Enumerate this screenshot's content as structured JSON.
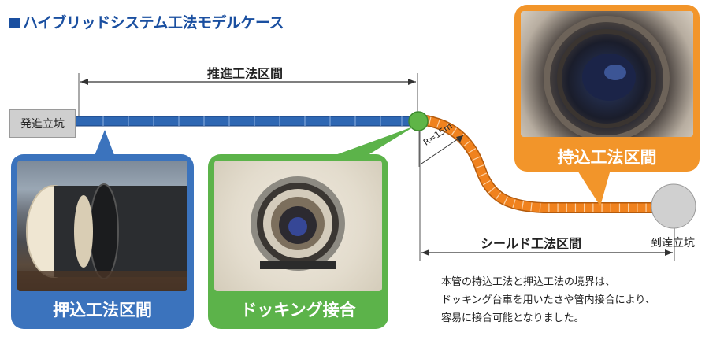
{
  "title": "■ハイブリッドシステム工法モデルケース",
  "dimensions": {
    "propulsion": "推進工法区間",
    "shield": "シールド工法区間"
  },
  "radius_label": "R=15m",
  "shafts": {
    "start": "発進立坑",
    "goal": "到達立坑"
  },
  "callouts": {
    "push_in": "押込工法区間",
    "docking": "ドッキング接合",
    "bring_in": "持込工法区間"
  },
  "description": [
    "本管の持込工法と押込工法の境界は、",
    "ドッキング台車を用いたさや管内接合により、",
    "容易に接合可能となりました。"
  ],
  "colors": {
    "title_blue": "#1a4fa0",
    "pipe_blue": "#2e67b3",
    "shield_orange": "#f0821e",
    "callout_blue": "#3b73bd",
    "callout_green": "#5cb34a",
    "callout_orange": "#f2952a",
    "docking_node": "#5fb547"
  }
}
